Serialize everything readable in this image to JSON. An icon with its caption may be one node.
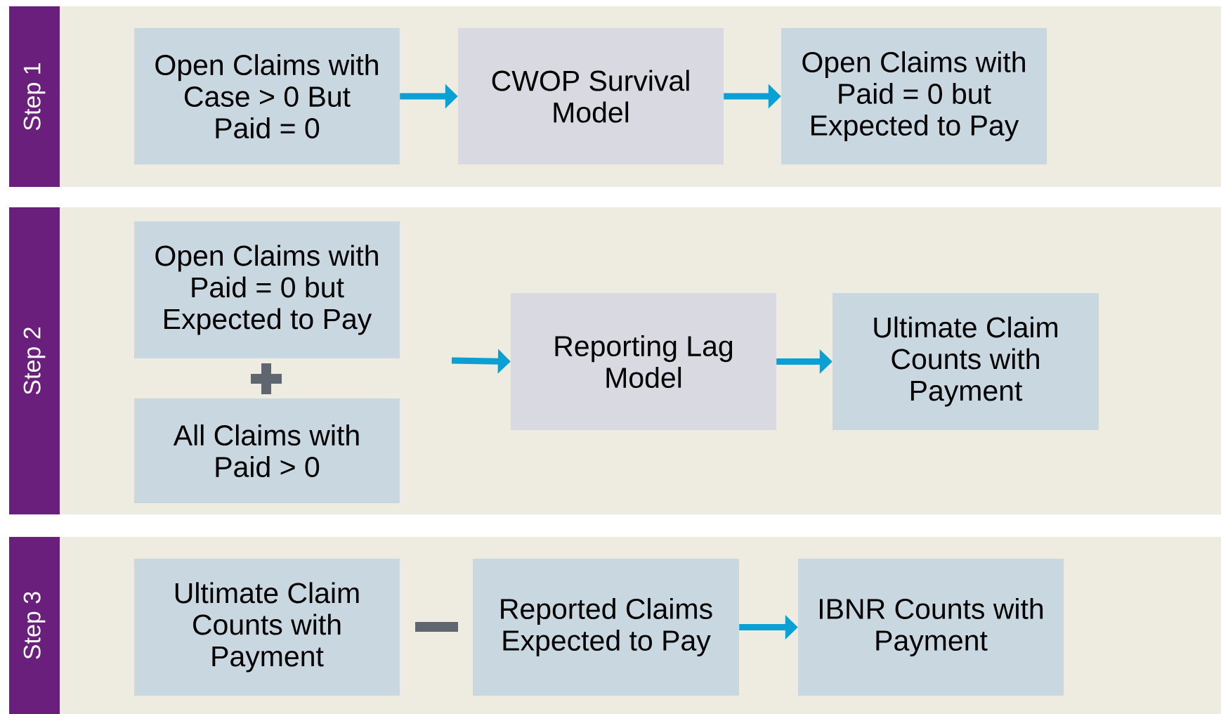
{
  "diagram": {
    "nodes": [
      {
        "text": [
          "Step 1"
        ]
      },
      {
        "text": [
          "Open Claims with Case > 0 But Paid = 0"
        ],
        "in": 0
      },
      {
        "text": [
          "CWOP Survival Model"
        ],
        "in": 0
      },
      {
        "text": [
          "Open Claims with Paid = 0 but Expected to Pay"
        ],
        "in": 0
      },
      {
        "text": [
          "Step 2"
        ]
      },
      {
        "text": [
          "Open Claims with Paid = 0 but Expected to Pay"
        ],
        "in": 4
      },
      {
        "text": [
          "All Claims with Paid > 0"
        ],
        "in": 4
      },
      {
        "text": [
          "Reporting Lag Model"
        ],
        "in": 4
      },
      {
        "text": [
          "Ultimate Claim Counts with Payment"
        ],
        "in": 4
      },
      {
        "text": [
          "Step 3"
        ]
      },
      {
        "text": [
          "Ultimate Claim Counts with Payment"
        ],
        "in": 9
      },
      {
        "text": [
          "Reported Claims Expected to Pay"
        ],
        "in": 9
      },
      {
        "text": [
          "IBNR Counts with Payment"
        ],
        "in": 9
      }
    ],
    "edges": [
      {
        "from": 1,
        "to": 2,
        "arrow": "to"
      },
      {
        "from": 2,
        "to": 3,
        "arrow": "to"
      },
      {
        "from": null,
        "to": 7,
        "arrow": "to"
      },
      {
        "from": 7,
        "to": 8,
        "arrow": "to"
      },
      {
        "from": 11,
        "to": 12,
        "arrow": "to"
      }
    ]
  }
}
